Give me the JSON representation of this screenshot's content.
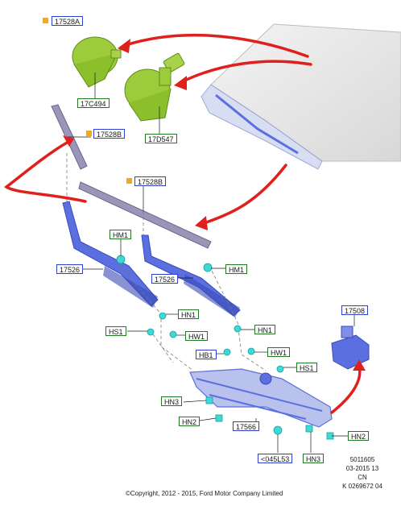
{
  "callouts": {
    "part_17528a": "17528A",
    "part_17c494": "17C494",
    "part_17d547": "17D547",
    "part_17528b_upper": "17528B",
    "part_17528b_lower": "17528B",
    "hm1_left": "HM1",
    "part_17526_left": "17526",
    "part_17526_right": "17526",
    "hm1_right": "HM1",
    "hn1_upper": "HN1",
    "hs1_left": "HS1",
    "hw1_left": "HW1",
    "hn1_right": "HN1",
    "hb1": "HB1",
    "hw1_right": "HW1",
    "hs1_right": "HS1",
    "part_17508": "17508",
    "hn3_left": "HN3",
    "hn2_left": "HN2",
    "part_17566": "17566",
    "hn2_right": "HN2",
    "part_045l53": "<045L53",
    "hn3_right": "HN3"
  },
  "ref_block": {
    "line1": "5011605",
    "line2": "03-2015 13",
    "line3": "CN",
    "line4": "K 0269672 04"
  },
  "copyright": "©Copyright, 2012 - 2015, Ford Motor Company Limited",
  "colors": {
    "blue_callout_border": "#2d3fd1",
    "green_callout_border": "#1f7a1f",
    "marker_orange": "#f5a623",
    "arrow_red": "#e0201c",
    "wiper_arm_blue": "#5b6fe0",
    "blade_grey": "#9a96b8",
    "cover_green": "#9ccc3c",
    "fastener_cyan": "#3fd8d8"
  }
}
